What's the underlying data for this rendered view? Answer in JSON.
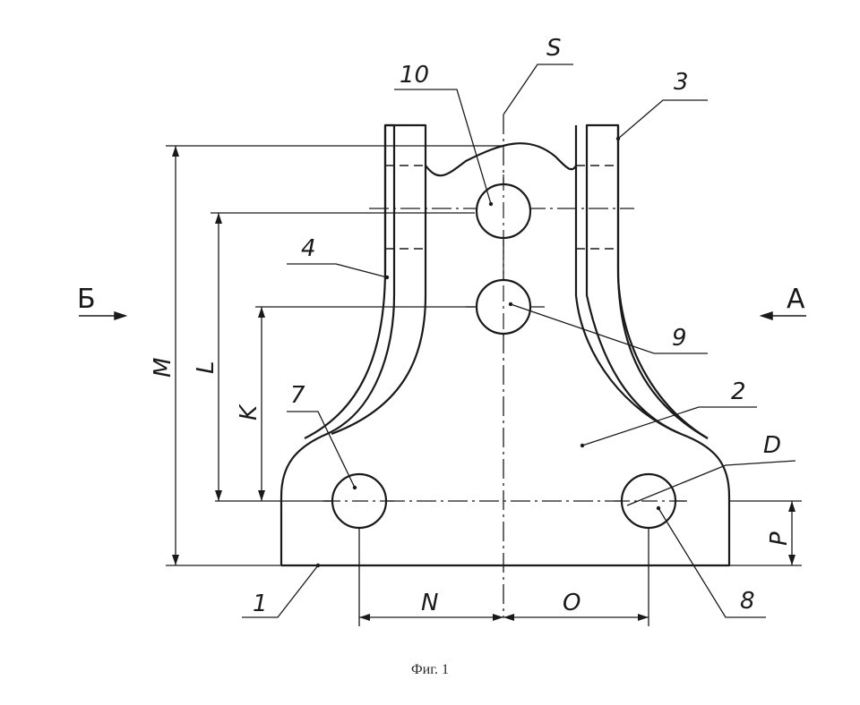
{
  "figure": {
    "caption": "Фиг. 1",
    "view_arrows": {
      "left": "Б",
      "right": "A"
    },
    "callouts": {
      "c1": "1",
      "c2": "2",
      "c3": "3",
      "c4": "4",
      "c7": "7",
      "c8": "8",
      "c9": "9",
      "c10": "10",
      "axis": "S",
      "diameter": "D"
    },
    "dimensions": {
      "M": "M",
      "L": "L",
      "K": "K",
      "P": "P",
      "N": "N",
      "O": "O"
    }
  }
}
